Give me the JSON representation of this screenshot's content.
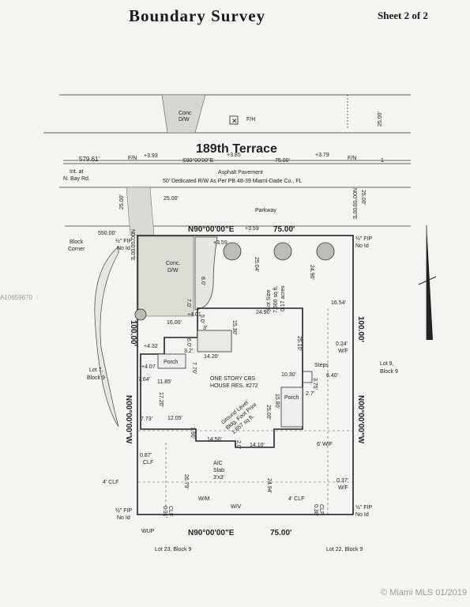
{
  "header": {
    "title": "Boundary Survey",
    "sheet": "Sheet 2 of 2"
  },
  "street": {
    "name": "189th Terrace",
    "pavement": "Asphalt Pavement",
    "row": "50' Dedicated R/W As Per PB 48-39 Miami-Dade Co., FL",
    "bearing": "S90°00'00\"E",
    "dist_579": "579.61'",
    "dist_75": "75.00'",
    "fn_left": "F/N",
    "fn_right": "F/N",
    "elev_393": "+3.93",
    "elev_385": "+3.85",
    "elev_379": "+3.79",
    "one": "1",
    "int": "Int. at",
    "int2": "N. Bay Rd.",
    "conc": "Conc",
    "dw": "D/W",
    "fh": "F/H",
    "dist_25_right": "25.00'"
  },
  "parkway": {
    "label": "Parkway",
    "dist_25": "25.00'",
    "left_bearing": "N00°00'00\"E",
    "left_dist": "25.00'",
    "right_bearing": "N00°00'00\"E",
    "right_dist": "25.00'"
  },
  "block": {
    "corner": "Block",
    "corner2": "Corner",
    "dist_550": "550.00'",
    "fip_tl": "½\" FIP",
    "fip_tl2": "No Id",
    "fip_tr": "½\" FIP",
    "fip_tr2": "No Id",
    "fip_bl": "½\" FIP",
    "fip_bl2": "No Id",
    "fip_br": "½\" FIP",
    "fip_br2": "No Id"
  },
  "lot": {
    "top_bearing": "N90°00'00\"E",
    "top_dist": "75.00'",
    "top_elev": "+3.59",
    "inner_elev": "+3.59",
    "left_dist": "100.00'",
    "left_bearing": "N00°00'00\"W",
    "right_dist": "100.00'",
    "right_bearing": "N00°00'00\"W",
    "bottom_bearing": "N90°00'00\"E",
    "bottom_dist": "75.00'",
    "size_label": "Lot Size",
    "size_sqft": "7,500 sq ft.",
    "size_acres": "0.17 acres"
  },
  "neighbors": {
    "left": "Lot 7,",
    "left2": "Block 9",
    "right": "Lot 9,",
    "right2": "Block 9",
    "bottom_left": "Lot 23, Block 9",
    "bottom_right": "Lot 22, Block 9"
  },
  "house": {
    "label1": "ONE STORY CBS",
    "label2": "HOUSE RES. #272",
    "ground1": "Ground Level",
    "ground2": "Bldg. Foot Print",
    "ground3": "1,657 sq ft.",
    "porch_left": "Porch",
    "porch_right": "Porch",
    "steps": "Steps",
    "driveway_conc": "Conc.",
    "driveway_dw": "D/W"
  },
  "dims": {
    "d2504": "25.04'",
    "d2490": "24.90'",
    "d2490b": "24.90'",
    "d1654": "16.54'",
    "d1530": "15.30'",
    "d2510": "25.10'",
    "d1600": "16.00'",
    "d401": "+4.01",
    "d80": "8.0'",
    "d70": "7.0'",
    "d50": "5.0'",
    "d3": "3'",
    "d432": "+4.32",
    "d407": "+4.07",
    "d32": "3.2'",
    "d60": "6.0'",
    "d1420": "14.20'",
    "d770": "7.70'",
    "d764": "7.64'",
    "d1185": "11.85'",
    "d1720": "17.20'",
    "d1030": "10.30'",
    "d640": "6.40'",
    "d375": "3.75'",
    "d27": "2.7'",
    "d1580": "15.80'",
    "d2500": "25.00'",
    "d773": "7.73'",
    "d1205": "12.05'",
    "d790": "7.90'",
    "d1450": "14.50'",
    "d20": "2.0'",
    "d1410": "14.10'",
    "d087": "0.87'",
    "clf_087": "CLF",
    "d2679": "26.79'",
    "d2494": "24.94'",
    "d037": "0.37'",
    "wf_037": "W/F",
    "d024": "0.24'",
    "wf_024": "W/F",
    "wf6": "6' W/F",
    "clf4_left": "4' CLF",
    "clf4_mid": "4' CLF",
    "d031": "0.31'",
    "clf_031": "CLF",
    "d038": "0.38'",
    "clf_038": "CLF",
    "ac1": "A/C",
    "ac2": "Slab",
    "ac3": "3'x3'",
    "wm": "W/M",
    "wv": "W/V",
    "wup": "WUP"
  },
  "watermark": "© Miami MLS 01/2019",
  "watermark_id": "A10659670"
}
